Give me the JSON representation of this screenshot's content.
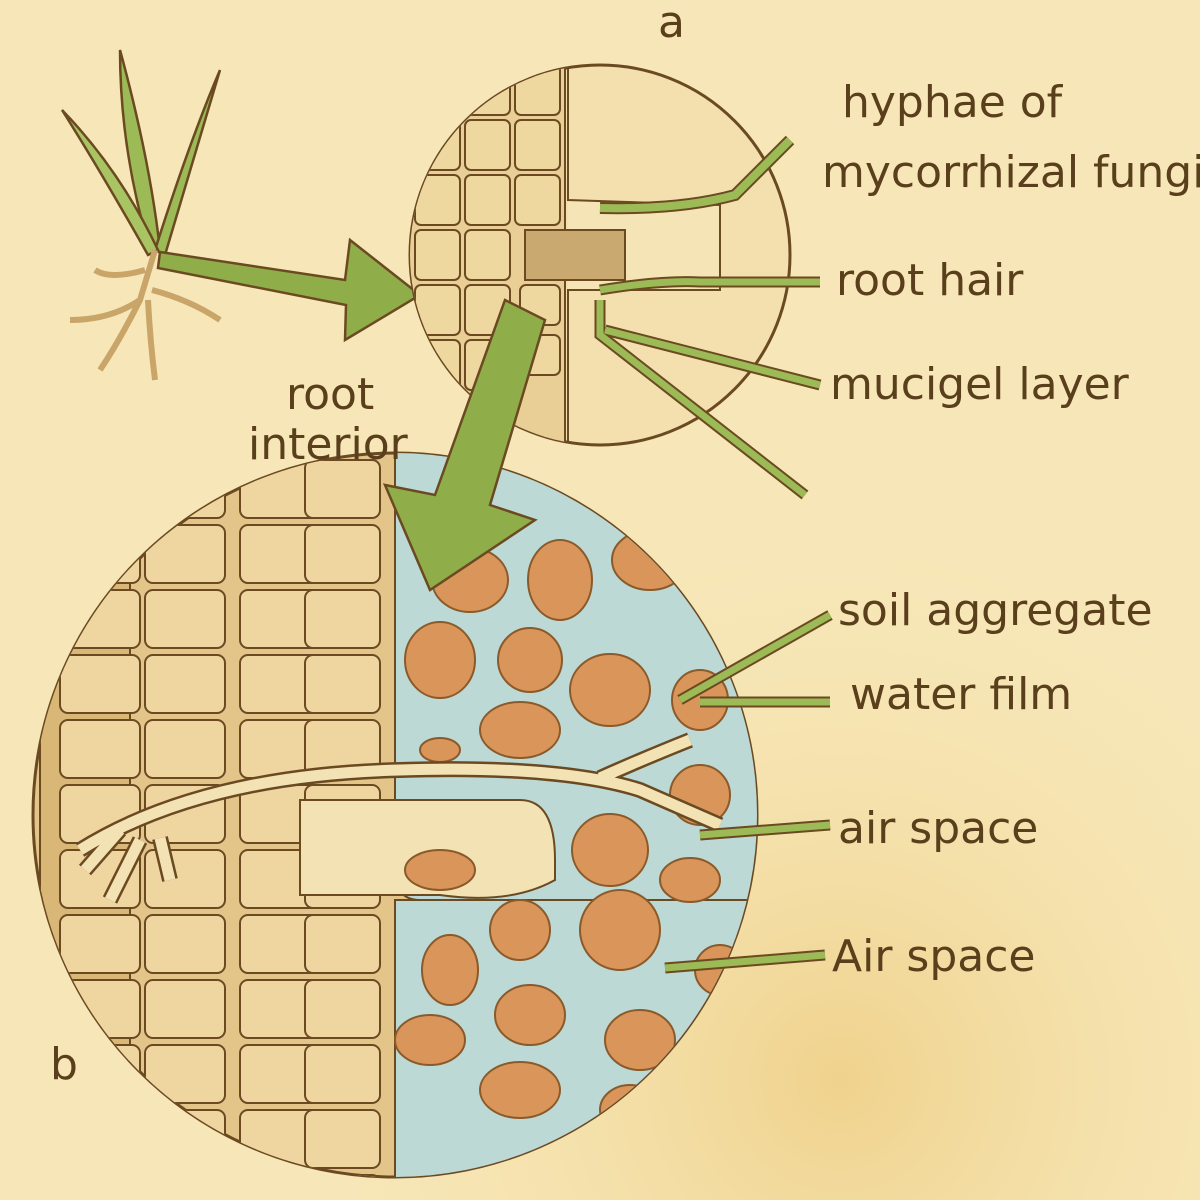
{
  "labels": {
    "a": "a",
    "b": "b",
    "hyphae_line1": "hyphae of",
    "hyphae_line2": "mycorrhizal fungi",
    "root_hair": "root hair",
    "mucigel_layer": "mucigel layer",
    "root_interior_line1": "root",
    "root_interior_line2": "interior",
    "soil_aggregate": "soil aggregate",
    "water_film": "water film",
    "air_space": "air space",
    "air_space_2": "Air space"
  },
  "colors": {
    "background": "#f7e7b8",
    "outline": "#6b4a22",
    "arrow_green": "#8fae4a",
    "cell_fill": "#f1dca6",
    "soil_aggregate": "#d9955a",
    "water_film": "#bcd9d6"
  }
}
